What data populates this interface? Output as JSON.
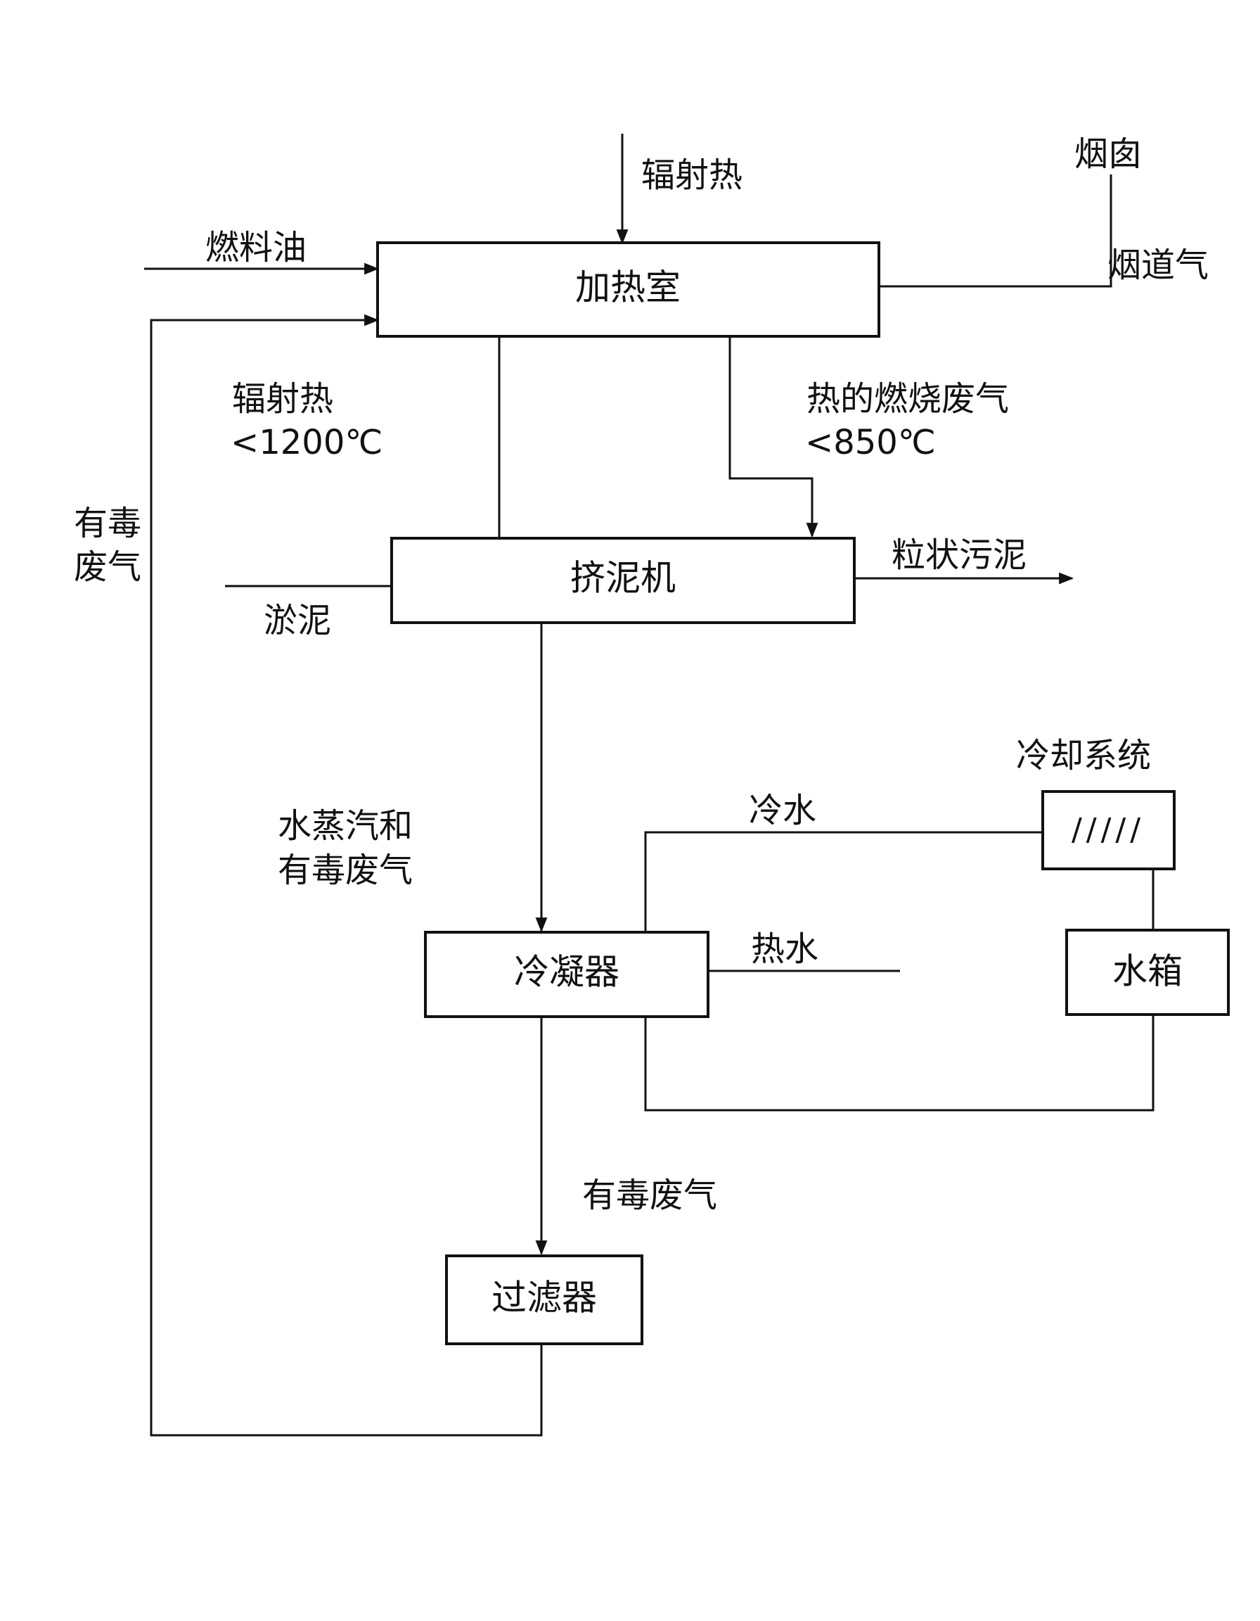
{
  "boxes": {
    "heating_room": "加热室",
    "extruder": "挤泥机",
    "condenser": "冷凝器",
    "filter": "过滤器",
    "water_tank": "水箱",
    "cooler_hatch": "/////"
  },
  "labels": {
    "radiant_heat_top": "辐射热",
    "chimney": "烟囱",
    "fuel_oil": "燃料油",
    "flue_gas": "烟道气",
    "radiant_heat_mid": "辐射热",
    "radiant_temp": "<1200℃",
    "hot_exhaust": "热的燃烧废气",
    "exhaust_temp": "<850℃",
    "toxic_gas_left_1": "有毒",
    "toxic_gas_left_2": "废气",
    "granular_sludge": "粒状污泥",
    "sludge": "淤泥",
    "cooling_system": "冷却系统",
    "cold_water": "冷水",
    "steam_toxic_1": "水蒸汽和",
    "steam_toxic_2": "有毒废气",
    "hot_water": "热水",
    "toxic_gas_bottom": "有毒废气"
  }
}
